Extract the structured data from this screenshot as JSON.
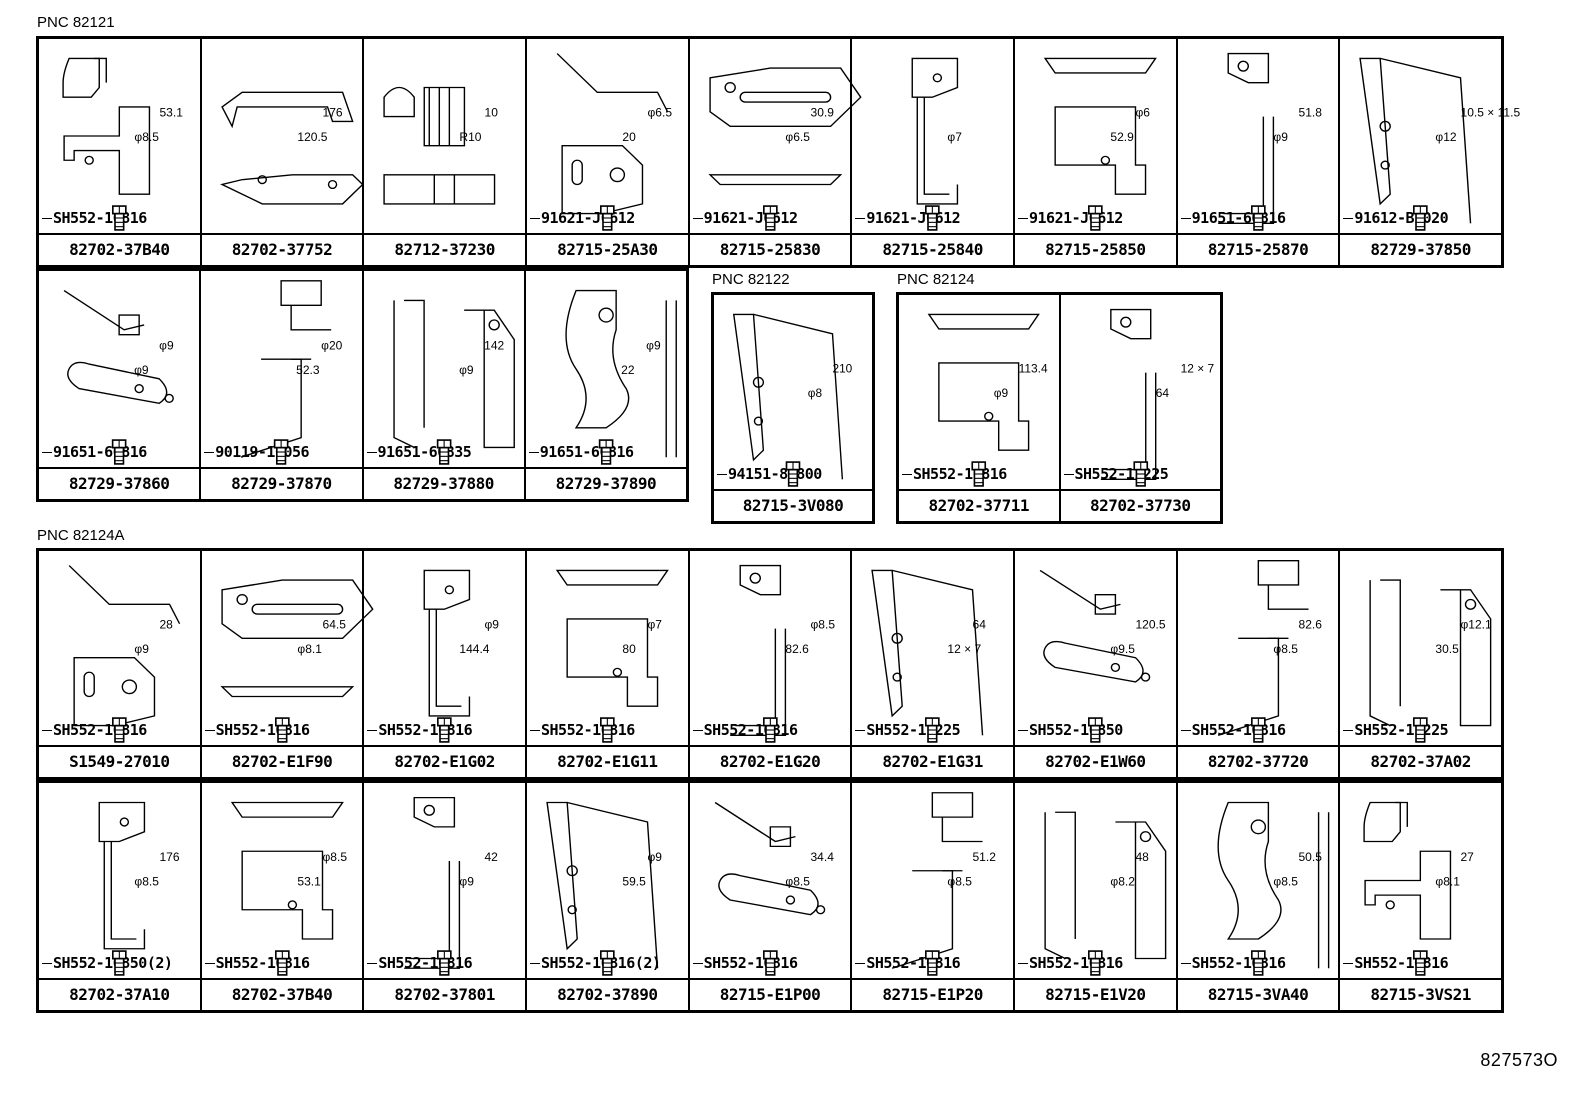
{
  "sections": {
    "pnc_82121": "PNC 82121",
    "pnc_82122": "PNC 82122",
    "pnc_82124": "PNC 82124",
    "pnc_82124a": "PNC 82124A"
  },
  "rows": {
    "r1": [
      {
        "bolt": "SH552-10816",
        "part": "82702-37B40",
        "dims": [
          "φ8.5",
          "53.1"
        ]
      },
      {
        "bolt": "",
        "part": "82702-37752",
        "dims": [
          "120.5",
          "176"
        ]
      },
      {
        "bolt": "",
        "part": "82712-37230",
        "dims": [
          "R10",
          "10"
        ]
      },
      {
        "bolt": "91621-J0612",
        "part": "82715-25A30",
        "dims": [
          "20",
          "φ6.5"
        ]
      },
      {
        "bolt": "91621-J0612",
        "part": "82715-25830",
        "dims": [
          "φ6.5",
          "30.9"
        ]
      },
      {
        "bolt": "91621-J0612",
        "part": "82715-25840",
        "dims": [
          "φ7"
        ]
      },
      {
        "bolt": "91621-J0612",
        "part": "82715-25850",
        "dims": [
          "52.9",
          "φ6"
        ]
      },
      {
        "bolt": "91651-60816",
        "part": "82715-25870",
        "dims": [
          "φ9",
          "51.8"
        ]
      },
      {
        "bolt": "91612-B1020",
        "part": "82729-37850",
        "dims": [
          "φ12",
          "10.5 × 11.5"
        ]
      }
    ],
    "r2": [
      {
        "bolt": "91651-60816",
        "part": "82729-37860",
        "dims": [
          "φ9",
          "φ9"
        ]
      },
      {
        "bolt": "90119-10056",
        "part": "82729-37870",
        "dims": [
          "52.3",
          "φ20"
        ]
      },
      {
        "bolt": "91651-60835",
        "part": "82729-37880",
        "dims": [
          "φ9",
          "142"
        ]
      },
      {
        "bolt": "91651-60816",
        "part": "82729-37890",
        "dims": [
          "22",
          "φ9"
        ]
      }
    ],
    "pnc82122": [
      {
        "bolt": "94151-80800",
        "part": "82715-3V080",
        "dims": [
          "φ8",
          "210"
        ]
      }
    ],
    "pnc82124": [
      {
        "bolt": "SH552-10816",
        "part": "82702-37711",
        "dims": [
          "φ9",
          "113.4"
        ]
      },
      {
        "bolt": "SH552-11225",
        "part": "82702-37730",
        "dims": [
          "64",
          "12 × 7"
        ]
      }
    ],
    "r3": [
      {
        "bolt": "SH552-10816",
        "part": "S1549-27010",
        "dims": [
          "φ9",
          "28"
        ]
      },
      {
        "bolt": "SH552-10816",
        "part": "82702-E1F90",
        "dims": [
          "φ8.1",
          "64.5"
        ]
      },
      {
        "bolt": "SH552-10816",
        "part": "82702-E1G02",
        "dims": [
          "144.4",
          "φ9"
        ]
      },
      {
        "bolt": "SH552-10816",
        "part": "82702-E1G11",
        "dims": [
          "80",
          "φ7"
        ]
      },
      {
        "bolt": "SH552-10816",
        "part": "82702-E1G20",
        "dims": [
          "82.6",
          "φ8.5"
        ]
      },
      {
        "bolt": "SH552-11225",
        "part": "82702-E1G31",
        "dims": [
          "12 × 7",
          "64"
        ]
      },
      {
        "bolt": "SH552-10850",
        "part": "82702-E1W60",
        "dims": [
          "φ9.5",
          "120.5"
        ]
      },
      {
        "bolt": "SH552-10816",
        "part": "82702-37720",
        "dims": [
          "φ8.5",
          "82.6"
        ]
      },
      {
        "bolt": "SH552-11225",
        "part": "82702-37A02",
        "dims": [
          "30.5",
          "φ12.1"
        ]
      }
    ],
    "r4": [
      {
        "bolt": "SH552-10850(2)",
        "part": "82702-37A10",
        "dims": [
          "φ8.5",
          "176"
        ]
      },
      {
        "bolt": "SH552-10816",
        "part": "82702-37B40",
        "dims": [
          "53.1",
          "φ8.5"
        ]
      },
      {
        "bolt": "SH552-10816",
        "part": "82702-37801",
        "dims": [
          "φ9",
          "42"
        ]
      },
      {
        "bolt": "SH552-10816(2)",
        "part": "82702-37890",
        "dims": [
          "59.5",
          "φ9"
        ]
      },
      {
        "bolt": "SH552-10816",
        "part": "82715-E1P00",
        "dims": [
          "φ8.5",
          "34.4"
        ]
      },
      {
        "bolt": "SH552-10816",
        "part": "82715-E1P20",
        "dims": [
          "φ8.5",
          "51.2"
        ]
      },
      {
        "bolt": "SH552-10816",
        "part": "82715-E1V20",
        "dims": [
          "φ8.2",
          "48"
        ]
      },
      {
        "bolt": "SH552-10816",
        "part": "82715-3VA40",
        "dims": [
          "φ8.5",
          "50.5"
        ]
      },
      {
        "bolt": "SH552-10816",
        "part": "82715-3VS21",
        "dims": [
          "φ8.1",
          "27"
        ]
      }
    ]
  },
  "diagram_code": "827573O"
}
